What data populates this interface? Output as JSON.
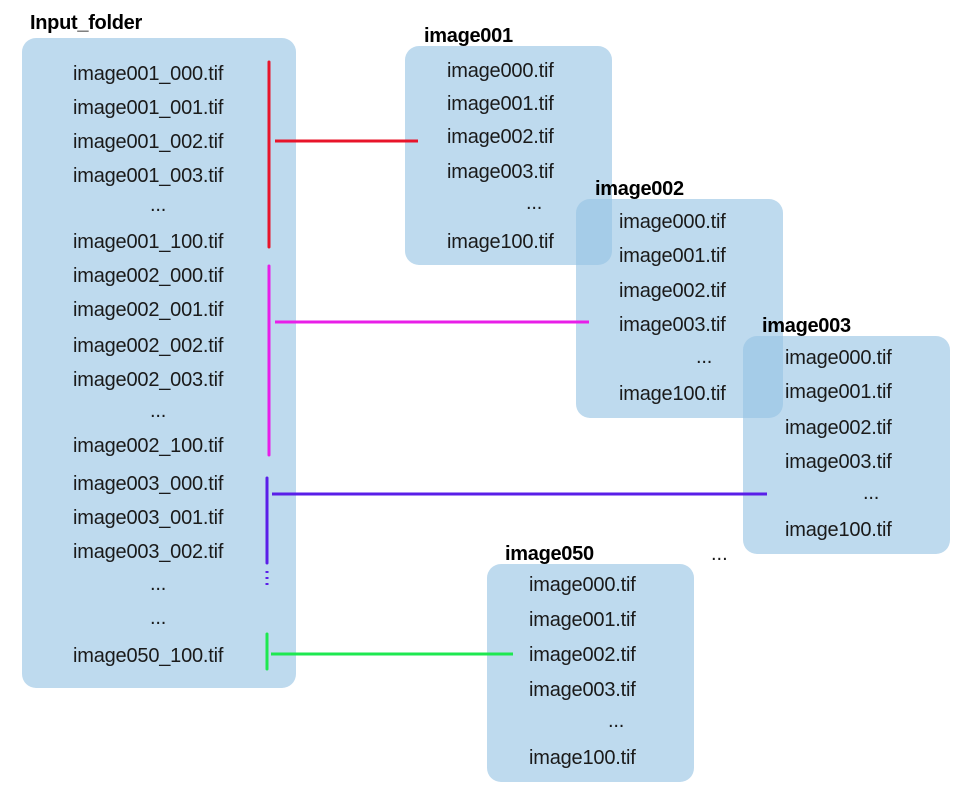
{
  "input_folder": {
    "title": "Input_folder",
    "items": [
      "image001_000.tif",
      "image001_001.tif",
      "image001_002.tif",
      "image001_003.tif",
      "...",
      "image001_100.tif",
      "image002_000.tif",
      "image002_001.tif",
      "image002_002.tif",
      "image002_003.tif",
      "...",
      "image002_100.tif",
      "image003_000.tif",
      "image003_001.tif",
      "image003_002.tif",
      "...",
      "...",
      "image050_100.tif"
    ]
  },
  "folders": [
    {
      "title": "image001",
      "items": [
        "image000.tif",
        "image001.tif",
        "image002.tif",
        "image003.tif",
        "...",
        "image100.tif"
      ]
    },
    {
      "title": "image002",
      "items": [
        "image000.tif",
        "image001.tif",
        "image002.tif",
        "image003.tif",
        "...",
        "image100.tif"
      ]
    },
    {
      "title": "image003",
      "items": [
        "image000.tif",
        "image001.tif",
        "image002.tif",
        "image003.tif",
        "...",
        "image100.tif"
      ]
    },
    {
      "title": "image050",
      "items": [
        "image000.tif",
        "image001.tif",
        "image002.tif",
        "image003.tif",
        "...",
        "image100.tif"
      ]
    }
  ],
  "more_folders_ellipsis": "...",
  "colors": {
    "folder_fill": "#96c4e4",
    "group_image001": "#e8142a",
    "group_image002": "#e81ee8",
    "group_image003": "#5a1ee8",
    "group_image050": "#1ee850"
  }
}
